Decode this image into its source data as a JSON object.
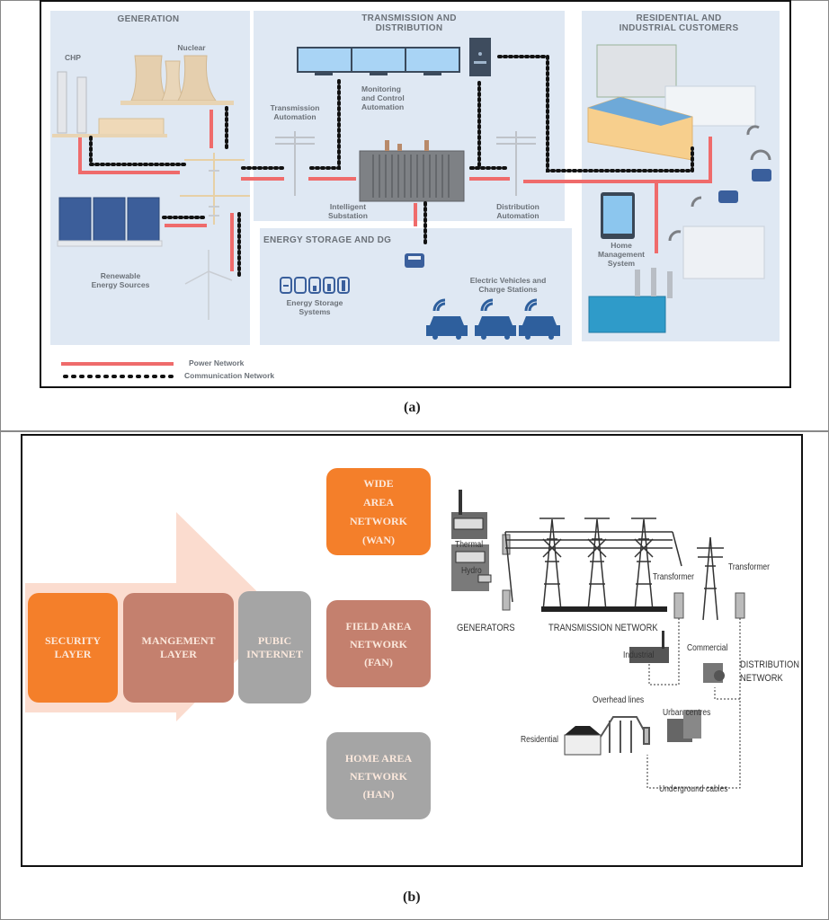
{
  "figure_a": {
    "caption": "(a)",
    "sections": {
      "generation": {
        "title": "GENERATION",
        "labels": {
          "chp": "CHP",
          "nuclear": "Nuclear",
          "renewable_line1": "Renewable",
          "renewable_line2": "Energy Sources"
        }
      },
      "transmission": {
        "title_line1": "TRANSMISSION AND",
        "title_line2": "DISTRIBUTION",
        "labels": {
          "transmission_automation_line1": "Transmission",
          "transmission_automation_line2": "Automation",
          "monitoring_line1": "Monitoring",
          "monitoring_line2": "and Control",
          "monitoring_line3": "Automation",
          "substation_line1": "Intelligent",
          "substation_line2": "Substation",
          "distribution_automation_line1": "Distribution",
          "distribution_automation_line2": "Automation"
        }
      },
      "storage": {
        "title": "ENERGY STORAGE AND DG",
        "labels": {
          "ess_line1": "Energy Storage",
          "ess_line2": "Systems",
          "ev_line1": "Electric Vehicles and",
          "ev_line2": "Charge Stations"
        }
      },
      "customers": {
        "title_line1": "RESIDENTIAL AND",
        "title_line2": "INDUSTRIAL CUSTOMERS",
        "labels": {
          "hms_line1": "Home",
          "hms_line2": "Management",
          "hms_line3": "System"
        }
      }
    },
    "legend": {
      "power": "Power Network",
      "communication": "Communication Network"
    },
    "colors": {
      "power": "#ef6b6b",
      "comm": "#111111",
      "panel": "#dfe8f3",
      "icon_blue": "#2f5f9e"
    }
  },
  "figure_b": {
    "caption": "(b)",
    "layers": [
      {
        "line1": "SECURITY",
        "line2": "LAYER",
        "color": "#f47f2a"
      },
      {
        "line1": "MANGEMENT",
        "line2": "LAYER",
        "color": "#c4806e"
      },
      {
        "line1": "PUBIC",
        "line2": "INTERNET",
        "color": "#a5a5a5"
      }
    ],
    "networks": [
      {
        "lines": [
          "WIDE",
          "AREA",
          "NETWORK",
          "(WAN)"
        ],
        "color": "#f47f2a"
      },
      {
        "lines": [
          "FIELD AREA",
          "NETWORK",
          "(FAN)"
        ],
        "color": "#c4806e"
      },
      {
        "lines": [
          "HOME AREA",
          "NETWORK",
          "(HAN)"
        ],
        "color": "#a5a5a5"
      }
    ],
    "arrow_color": "#fbdccf",
    "grid_labels": {
      "thermal": "Thermal",
      "hydro": "Hydro",
      "generators": "GENERATORS",
      "transmission_network": "TRANSMISSION NETWORK",
      "transformer_1": "Transformer",
      "transformer_2": "Transformer",
      "industrial": "Industrial",
      "commercial": "Commercial",
      "distribution_line1": "DISTRIBUTION",
      "distribution_line2": "NETWORK",
      "overhead_lines": "Overhead lines",
      "urban_centres": "Urban centres",
      "residential": "Residential",
      "underground_cables": "Underground cables"
    }
  }
}
